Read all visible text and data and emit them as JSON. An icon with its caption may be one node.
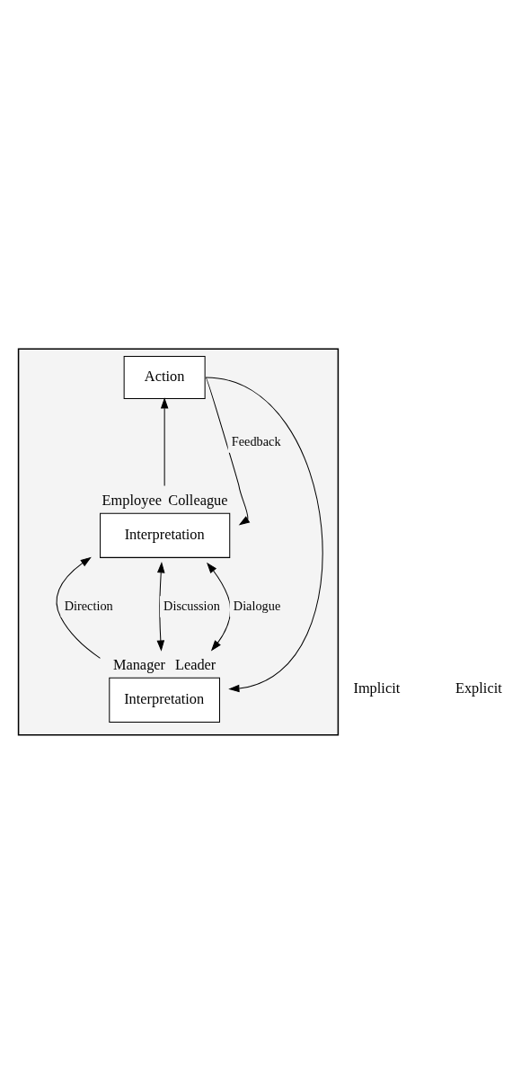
{
  "diagram": {
    "nodes": [
      {
        "text": [],
        "shape": "box"
      },
      {
        "text": [
          "Interpretation"
        ],
        "in": 0,
        "beside": [
          "Manager",
          "Leader"
        ]
      },
      {
        "text": [
          "Interpretation"
        ],
        "in": 0,
        "beside": [
          "Employee",
          "Colleague"
        ]
      },
      {
        "text": [
          "Action"
        ],
        "in": 0
      }
    ],
    "edges": [
      {
        "from": 2,
        "to": 3,
        "arrow": "to"
      },
      {
        "from": 1,
        "to": 2,
        "arrow": "to",
        "label": "Direction"
      },
      {
        "from": 1,
        "to": 2,
        "arrow": "both",
        "label": "Discussion"
      },
      {
        "from": 1,
        "to": 2,
        "arrow": "both",
        "label": "Dialogue"
      },
      {
        "from": 3,
        "to": 2,
        "arrow": "to",
        "label": "Feedback"
      },
      {
        "from": 3,
        "to": 1,
        "arrow": "to"
      }
    ],
    "labels": [
      "Implicit",
      "Explicit"
    ]
  }
}
